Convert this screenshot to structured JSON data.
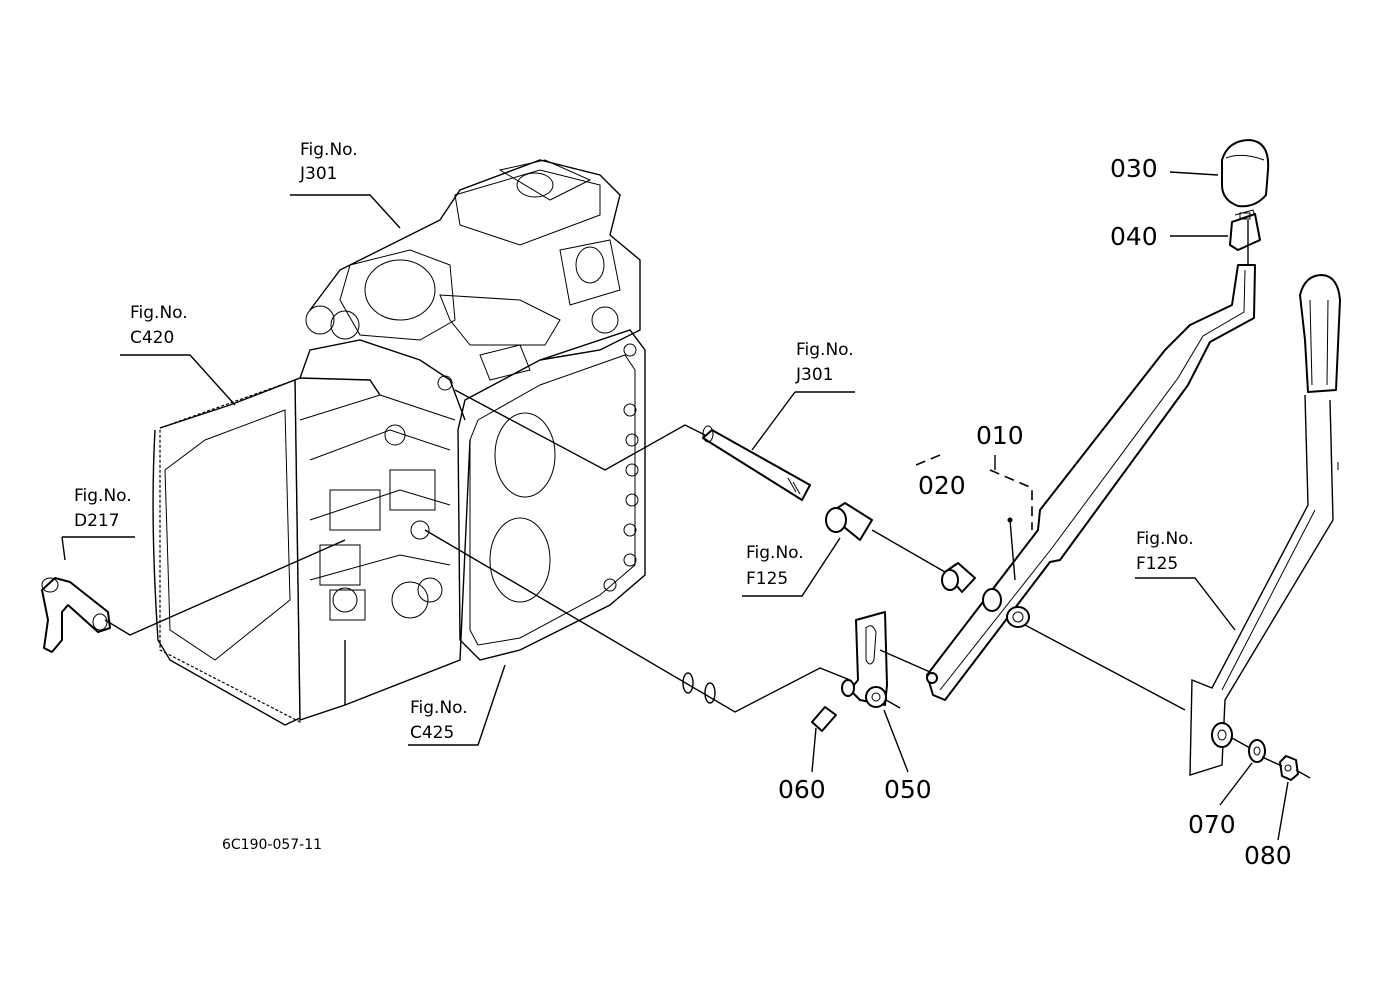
{
  "diagram": {
    "fig_refs": [
      {
        "id": "j301_top",
        "prefix": "Fig.No.",
        "code": "J301"
      },
      {
        "id": "c420",
        "prefix": "Fig.No.",
        "code": "C420"
      },
      {
        "id": "d217",
        "prefix": "Fig.No.",
        "code": "D217"
      },
      {
        "id": "j301_mid",
        "prefix": "Fig.No.",
        "code": "J301"
      },
      {
        "id": "f125_mid",
        "prefix": "Fig.No.",
        "code": "F125"
      },
      {
        "id": "c425",
        "prefix": "Fig.No.",
        "code": "C425"
      },
      {
        "id": "f125_right",
        "prefix": "Fig.No.",
        "code": "F125"
      }
    ],
    "parts": [
      "010",
      "020",
      "030",
      "040",
      "050",
      "060",
      "070",
      "080"
    ],
    "drawing_code": "6C190-057-11"
  }
}
